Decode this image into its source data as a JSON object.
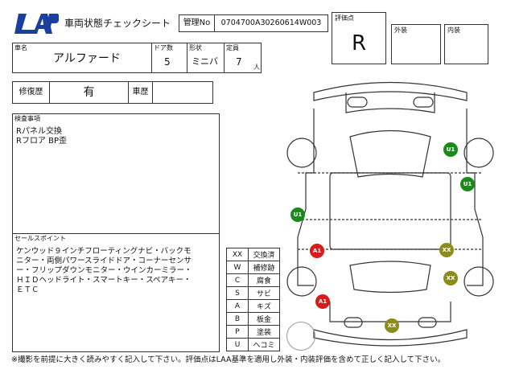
{
  "logo_text": "LAP",
  "header": {
    "title": "車両状態チェックシート",
    "mgmt_label": "管理No",
    "mgmt_no": "0704700A30260614W003",
    "rating_label": "評価点",
    "rating": "R",
    "exterior_label": "外装",
    "interior_label": "内装"
  },
  "vehicle": {
    "name_label": "車名",
    "name": "アルファード",
    "doors_label": "ドア数",
    "doors": "5",
    "shape_label": "形状",
    "shape": "ミニバ",
    "capacity_label": "定員",
    "capacity": "7",
    "capacity_unit": "人"
  },
  "repair": {
    "label": "修復歴",
    "value": "有",
    "history_label": "車歴"
  },
  "inspection": {
    "label": "検査事項",
    "lines": [
      "Rパネル交換",
      "Rフロア BP歪"
    ]
  },
  "sales": {
    "label": "セールスポイント",
    "lines": [
      "ケンウッド９インチフローティングナビ・バックモ",
      "ニター・両側パワースライドドア・コーナーセンサ",
      "ー・フリップダウンモニター・ウインカーミラー・",
      "ＨＩＤヘッドライト・スマートキー・スペアキー・",
      "ＥＴＣ"
    ]
  },
  "legend": [
    {
      "code": "XX",
      "meaning": "交換済"
    },
    {
      "code": "W",
      "meaning": "補修跡"
    },
    {
      "code": "C",
      "meaning": "腐食"
    },
    {
      "code": "S",
      "meaning": "サビ"
    },
    {
      "code": "A",
      "meaning": "キズ"
    },
    {
      "code": "B",
      "meaning": "板金"
    },
    {
      "code": "P",
      "meaning": "塗装"
    },
    {
      "code": "U",
      "meaning": "ヘコミ"
    }
  ],
  "markers": [
    {
      "label": "U1",
      "color": "#1a8a1a"
    },
    {
      "label": "U1",
      "color": "#1a8a1a"
    },
    {
      "label": "U1",
      "color": "#1a8a1a"
    },
    {
      "label": "A1",
      "color": "#d81b1b"
    },
    {
      "label": "A1",
      "color": "#d81b1b"
    },
    {
      "label": "XX",
      "color": "#8c8c1c"
    },
    {
      "label": "XX",
      "color": "#8c8c1c"
    },
    {
      "label": "XX",
      "color": "#8c8c1c"
    }
  ],
  "footer": "※撮影を前提に大きく読みやすく記入して下さい。評価点はLAA基準を適用し外装・内装評価を含めて正しく記入して下さい。"
}
